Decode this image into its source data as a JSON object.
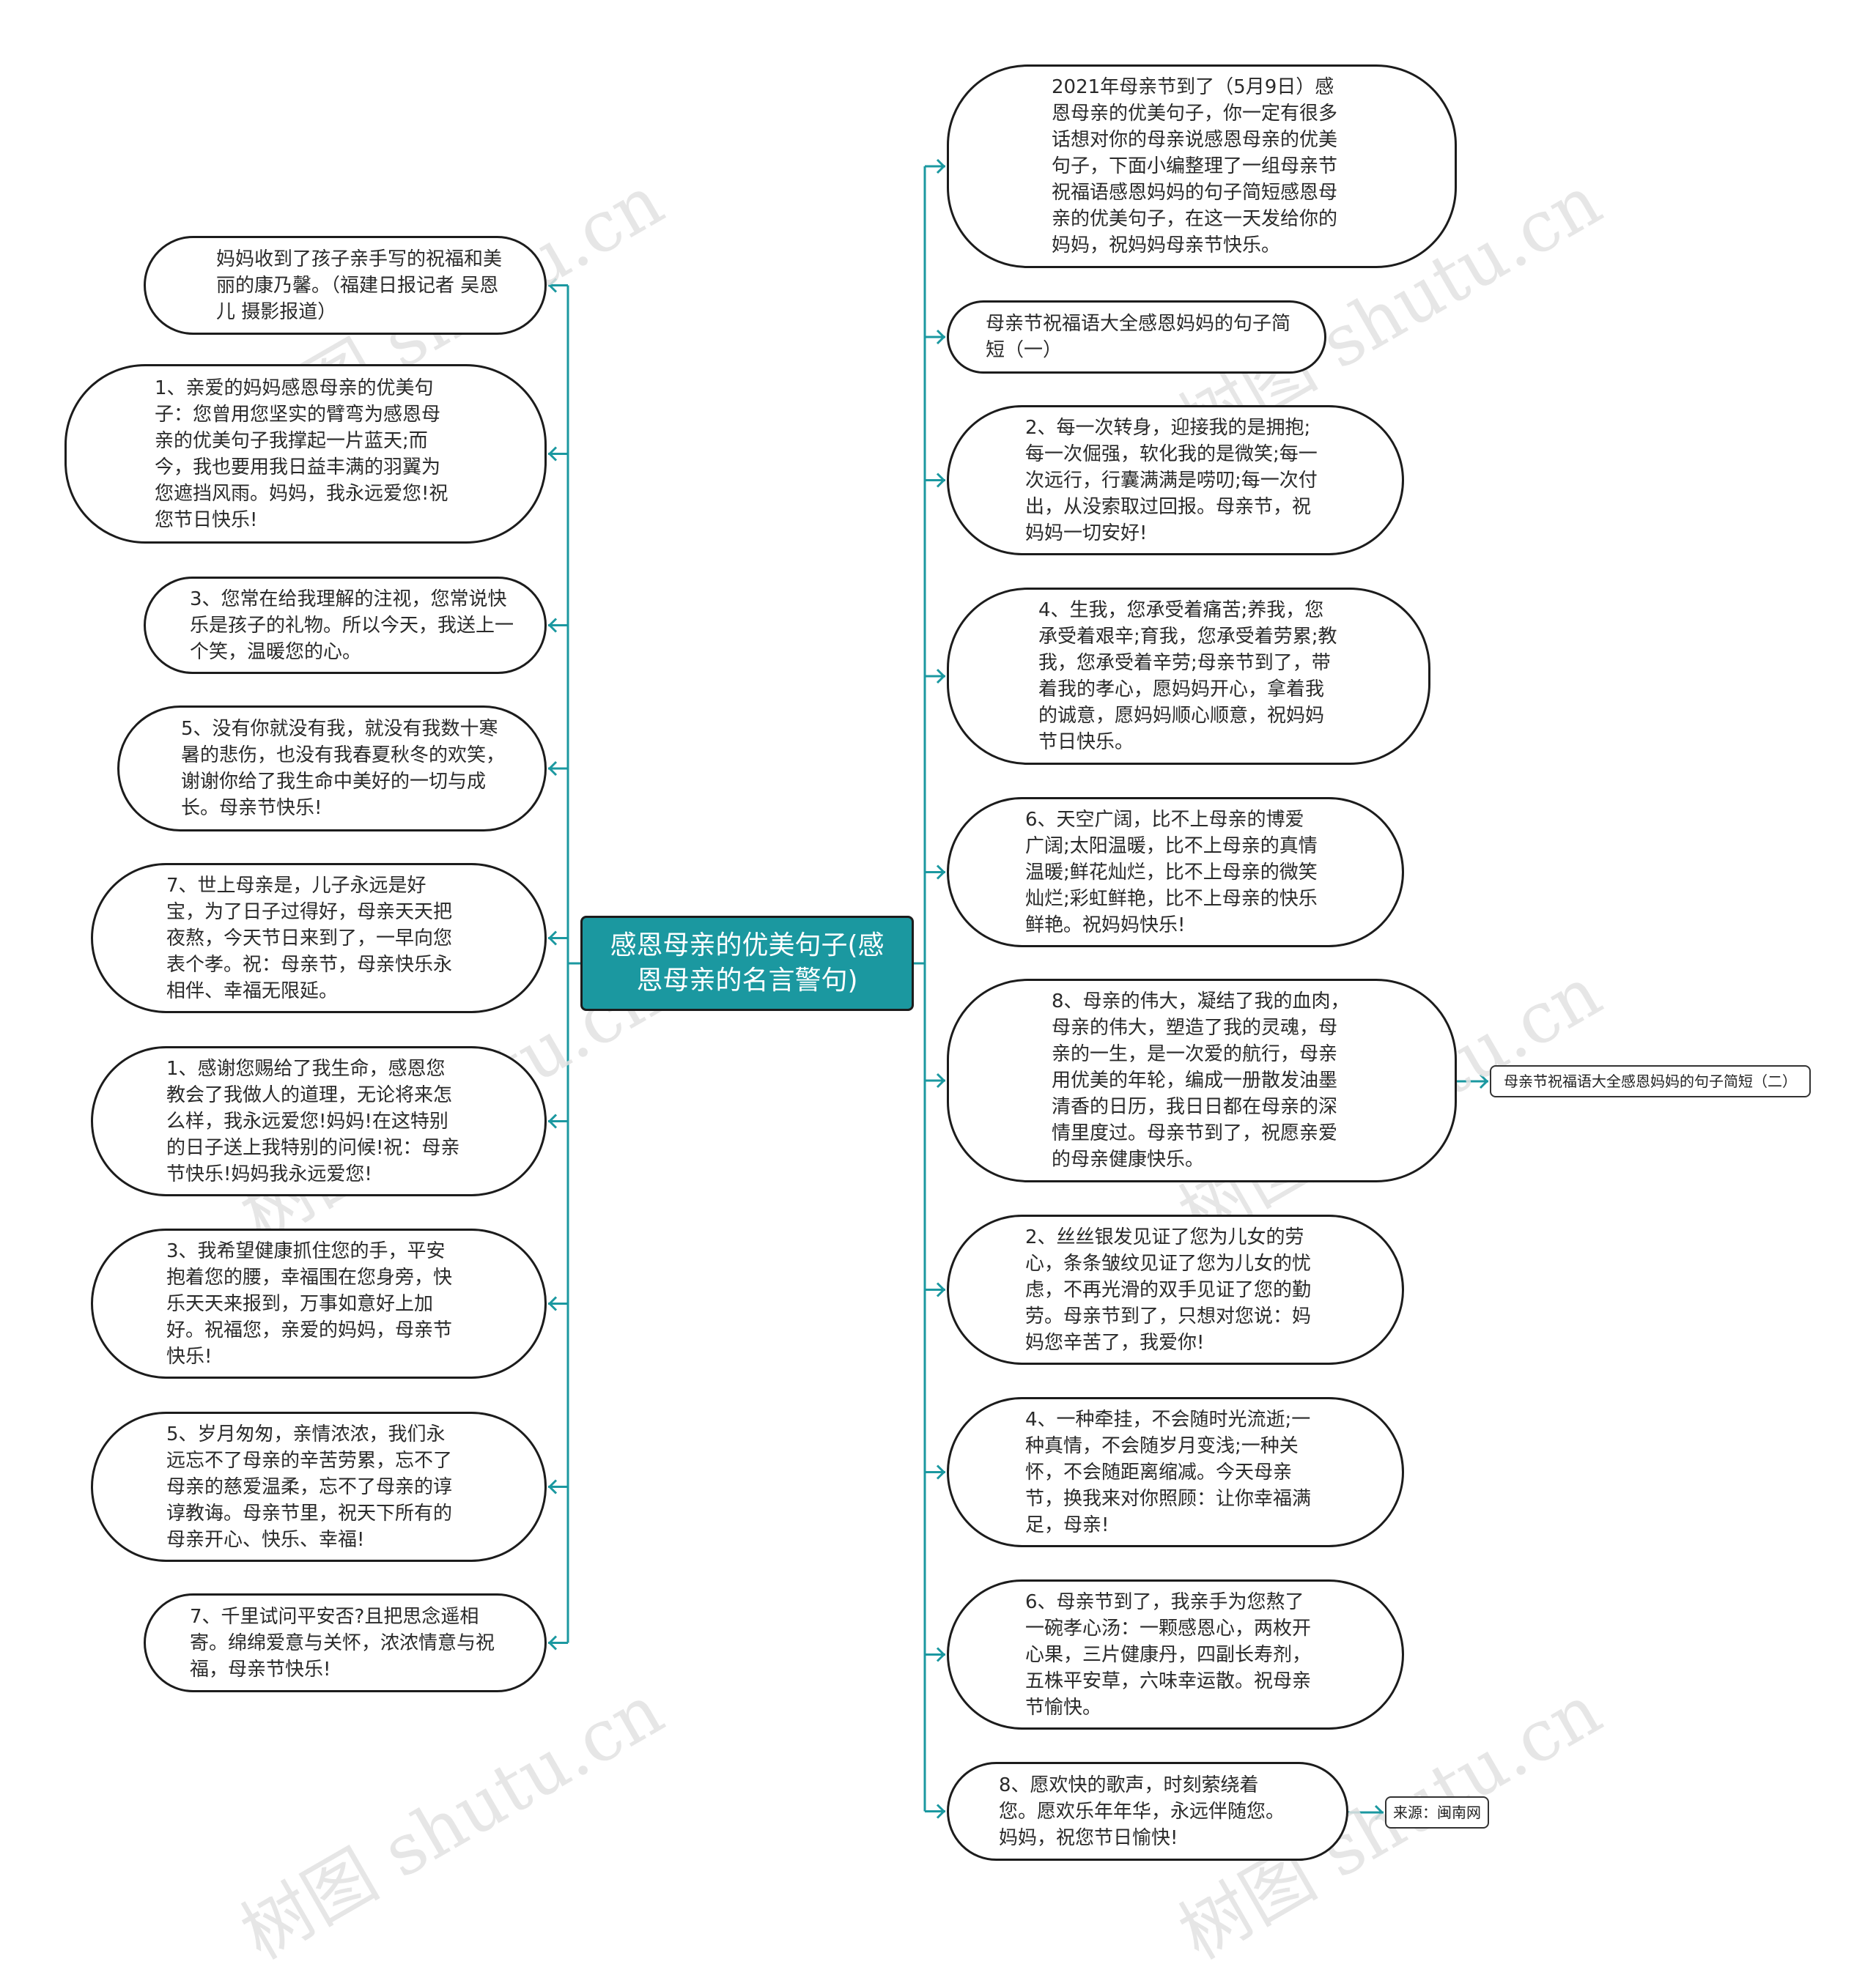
{
  "center": {
    "title": "感恩母亲的优美句子(感恩母亲的名言警句)"
  },
  "left_nodes": [
    "妈妈收到了孩子亲手写的祝福和美丽的康乃馨。（福建日报记者 吴恩儿 摄影报道）",
    "1、亲爱的妈妈感恩母亲的优美句子：您曾用您坚实的臂弯为感恩母亲的优美句子我撑起一片蓝天;而今，我也要用我日益丰满的羽翼为您遮挡风雨。妈妈，我永远爱您!祝您节日快乐!",
    "3、您常在给我理解的注视，您常说快乐是孩子的礼物。所以今天，我送上一个笑，温暖您的心。",
    "5、没有你就没有我，就没有我数十寒暑的悲伤，也没有我春夏秋冬的欢笑，谢谢你给了我生命中美好的一切与成长。母亲节快乐!",
    "7、世上母亲是，儿子永远是好宝，为了日子过得好，母亲天天把夜熬，今天节日来到了，一早向您表个孝。祝：母亲节，母亲快乐永相伴、幸福无限延。",
    "1、感谢您赐给了我生命，感恩您教会了我做人的道理，无论将来怎么样，我永远爱您!妈妈!在这特别的日子送上我特别的问候!祝：母亲节快乐!妈妈我永远爱您!",
    "3、我希望健康抓住您的手，平安抱着您的腰，幸福围在您身旁，快乐天天来报到，万事如意好上加好。祝福您，亲爱的妈妈，母亲节快乐!",
    "5、岁月匆匆，亲情浓浓，我们永远忘不了母亲的辛苦劳累，忘不了母亲的慈爱温柔，忘不了母亲的谆谆教诲。母亲节里，祝天下所有的母亲开心、快乐、幸福!",
    "7、千里试问平安否?且把思念遥相寄。绵绵爱意与关怀，浓浓情意与祝福，母亲节快乐!"
  ],
  "right_nodes": [
    "2021年母亲节到了（5月9日）感恩母亲的优美句子，你一定有很多话想对你的母亲说感恩母亲的优美句子，下面小编整理了一组母亲节祝福语感恩妈妈的句子简短感恩母亲的优美句子，在这一天发给你的妈妈，祝妈妈母亲节快乐。",
    "母亲节祝福语大全感恩妈妈的句子简短（一）",
    "2、每一次转身，迎接我的是拥抱;每一次倔强，软化我的是微笑;每一次远行，行囊满满是唠叨;每一次付出，从没索取过回报。母亲节，祝妈妈一切安好!",
    "4、生我，您承受着痛苦;养我，您承受着艰辛;育我，您承受着劳累;教我，您承受着辛劳;母亲节到了，带着我的孝心，愿妈妈开心，拿着我的诚意，愿妈妈顺心顺意，祝妈妈节日快乐。",
    "6、天空广阔，比不上母亲的博爱广阔;太阳温暖，比不上母亲的真情温暖;鲜花灿烂，比不上母亲的微笑灿烂;彩虹鲜艳，比不上母亲的快乐鲜艳。祝妈妈快乐!",
    "8、母亲的伟大，凝结了我的血肉，母亲的伟大，塑造了我的灵魂，母亲的一生，是一次爱的航行，母亲用优美的年轮，编成一册散发油墨清香的日历，我日日都在母亲的深情里度过。母亲节到了，祝愿亲爱的母亲健康快乐。",
    "2、丝丝银发见证了您为儿女的劳心，条条皱纹见证了您为儿女的忧虑，不再光滑的双手见证了您的勤劳。母亲节到了，只想对您说：妈妈您辛苦了，我爱你!",
    "4、一种牵挂，不会随时光流逝;一种真情，不会随岁月变浅;一种关怀，不会随距离缩减。今天母亲节，换我来对你照顾：让你幸福满足，母亲!",
    "6、母亲节到了，我亲手为您熬了一碗孝心汤：一颗感恩心，两枚开心果，三片健康丹，四副长寿剂，五株平安草，六味幸运散。祝母亲节愉快。",
    "8、愿欢快的歌声，时刻萦绕着您。愿欢乐年年华，永远伴随您。妈妈，祝您节日愉快!"
  ],
  "leaf_nodes": {
    "section_two": "母亲节祝福语大全感恩妈妈的句子简短（二）",
    "source": "来源：闽南网"
  },
  "watermark": "树图 shutu.cn",
  "colors": {
    "connector": "#1b98a0",
    "center_fill": "#1b98a0",
    "border": "#1c1c1c"
  }
}
